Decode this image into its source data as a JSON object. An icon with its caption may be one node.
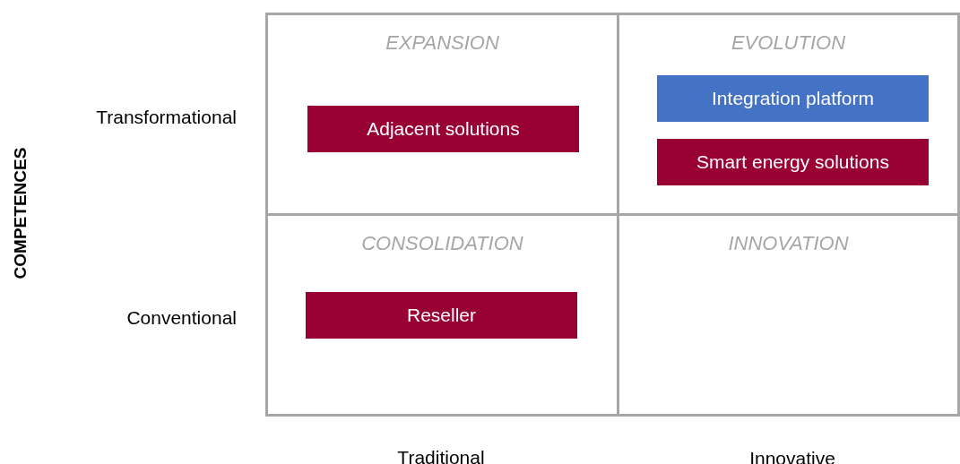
{
  "diagram": {
    "nodes": [
      {
        "text": [
          "EXPANSION"
        ]
      },
      {
        "text": [
          "EVOLUTION"
        ]
      },
      {
        "text": [
          "CONSOLIDATION"
        ]
      },
      {
        "text": [
          "INNOVATION"
        ]
      },
      {
        "text": [
          "Adjacent solutions"
        ],
        "in": 0
      },
      {
        "text": [
          "Integration platform"
        ],
        "in": 1
      },
      {
        "text": [
          "Smart energy solutions"
        ],
        "in": 1
      },
      {
        "text": [
          "Reseller"
        ],
        "in": 2
      }
    ],
    "edges": [],
    "labels": [
      "COMPETENCES",
      "Transformational",
      "Conventional",
      "Traditional",
      "Innovative"
    ]
  }
}
